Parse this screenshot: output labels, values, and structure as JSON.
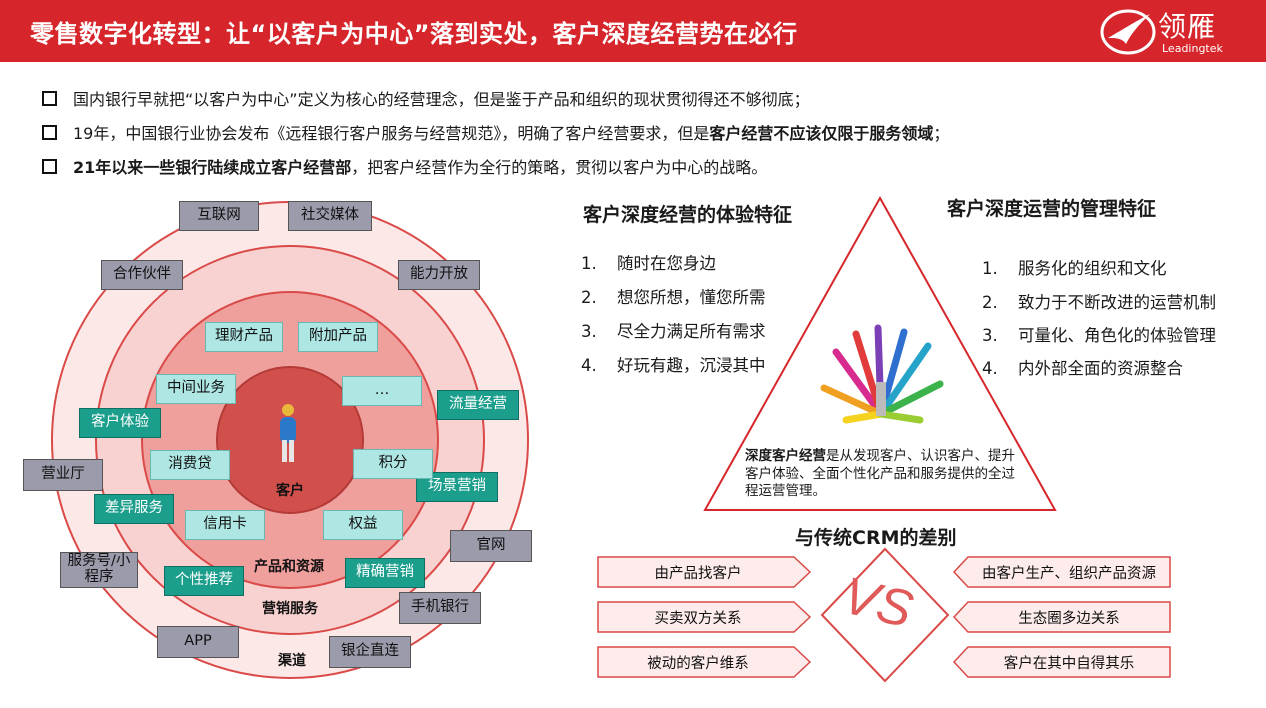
{
  "header": {
    "title": "零售数字化转型：让“以客户为中心”落到实处，客户深度经营势在必行",
    "logo_cn": "领雁",
    "logo_en": "Leadingtek"
  },
  "bullets": [
    {
      "pre": "国内银行早就把“以客户为中心”定义为核心的经营理念，但是鉴于产品和组织的现状贯彻得还不够彻底；",
      "bold": "",
      "post": ""
    },
    {
      "pre": "19年，中国银行业协会发布《远程银行客户服务与经营规范》，明确了客户经营要求，但是",
      "bold": "客户经营不应该仅限于服务领域",
      "post": "；"
    },
    {
      "pre": "",
      "bold": "21年以来一些银行陆续成立客户经营部",
      "post": "，把客户经营作为全行的策略，贯彻以客户为中心的战略。"
    }
  ],
  "diagram": {
    "rings": {
      "inner": "客户",
      "second": "产品和资源",
      "third": "营销服务",
      "outer": "渠道"
    },
    "channels": [
      "互联网",
      "社交媒体",
      "合作伙伴",
      "能力开放",
      "营业厅",
      "官网",
      "服务号/小程序",
      "手机银行",
      "APP",
      "银企直连"
    ],
    "services": [
      "客户体验",
      "流量经营",
      "差异服务",
      "场景营销",
      "个性推荐",
      "精确营销"
    ],
    "products": [
      "理财产品",
      "附加产品",
      "中间业务",
      "…",
      "消费贷",
      "积分",
      "信用卡",
      "权益"
    ]
  },
  "experience": {
    "title": "客户深度经营的体验特征",
    "items": [
      "随时在您身边",
      "想您所想，懂您所需",
      "尽全力满足所有需求",
      "好玩有趣，沉浸其中"
    ]
  },
  "management": {
    "title": "客户深度运营的管理特征",
    "items": [
      "服务化的组织和文化",
      "致力于不断改进的运营机制",
      "可量化、角色化的体验管理",
      "内外部全面的资源整合"
    ]
  },
  "triangle": {
    "bold": "深度客户经营",
    "text": "是从发现客户、认识客户、提升客户体验、全面个性化产品和服务提供的全过程运营管理。"
  },
  "crm": {
    "title": "与传统CRM的差别",
    "vs": "VS",
    "left": [
      "由产品找客户",
      "买卖双方关系",
      "被动的客户维系"
    ],
    "right": [
      "由客户生产、组织产品资源",
      "生态圈多边关系",
      "客户在其中自得其乐"
    ]
  },
  "colors": {
    "brand_red": "#d7262b",
    "teal": "#1b9e8c",
    "ring_dark": "#d2504c"
  }
}
